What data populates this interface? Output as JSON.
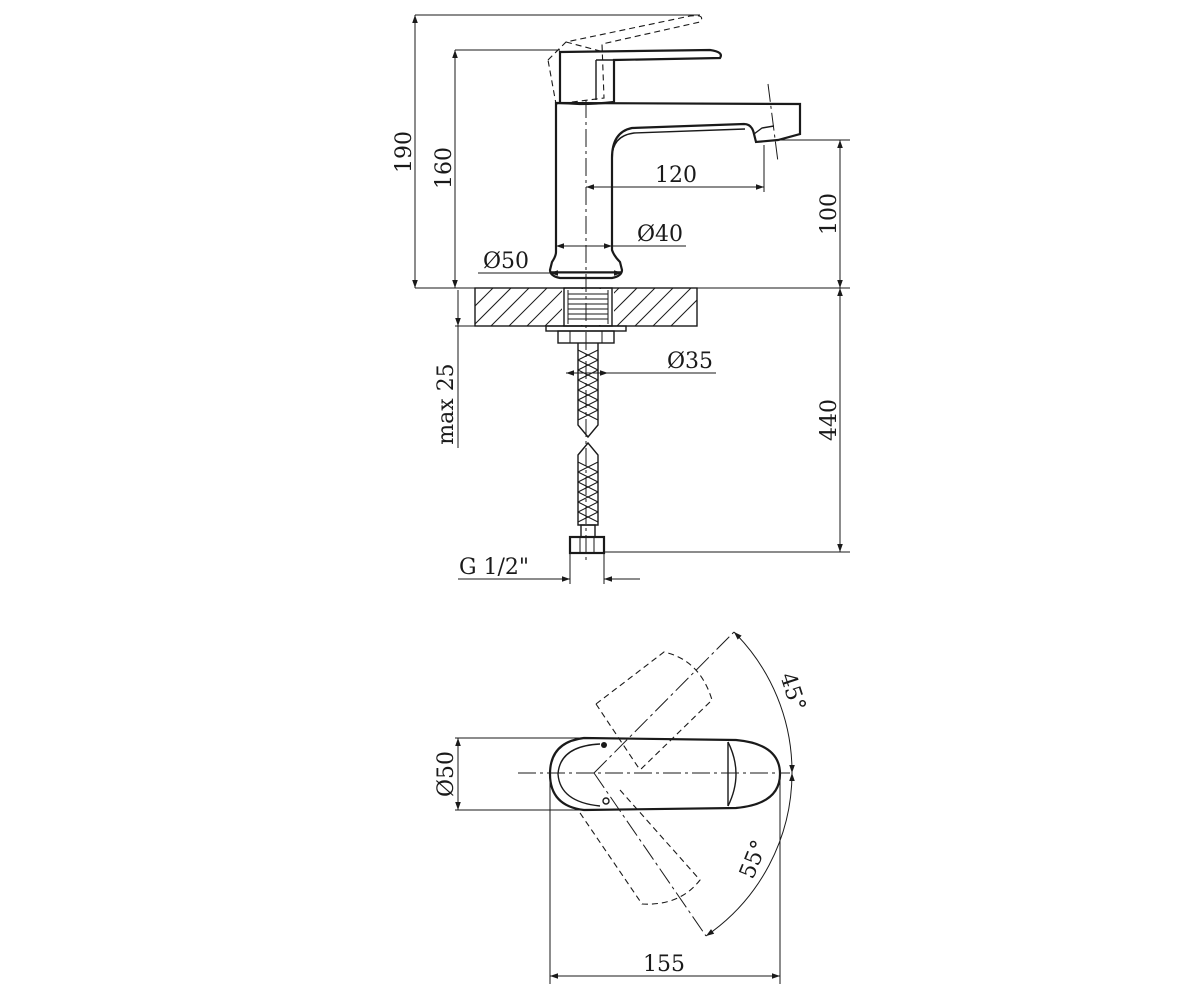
{
  "dimensions": {
    "height_total": "190",
    "height_spout": "160",
    "spout_reach": "120",
    "spout_height": "100",
    "body_diameter": "Ø40",
    "base_diameter": "Ø50",
    "shank_diameter": "Ø35",
    "max_thickness": "max 25",
    "hose_length": "440",
    "connection": "G 1/2\"",
    "top_diameter": "Ø50",
    "angle_back": "45°",
    "angle_side": "55°",
    "total_length": "155"
  }
}
